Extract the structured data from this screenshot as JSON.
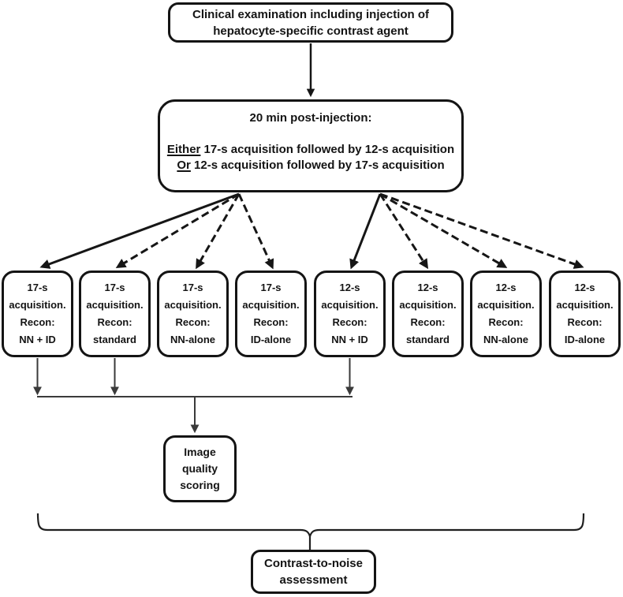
{
  "figure": {
    "top_box": {
      "line1": "Clinical examination including injection of",
      "line2": "hepatocyte-specific contrast agent"
    },
    "protocol_box": {
      "title": "20 min post-injection:",
      "option1": {
        "prefix": "Either",
        "rest": " 17-s acquisition followed by 12-s acquisition"
      },
      "option2": {
        "prefix": "Or",
        "rest": " 12-s acquisition followed by 17-s acquisition"
      }
    },
    "arm_boxes": [
      {
        "duration": "17-s",
        "line2": "acquisition.",
        "line3": "Recon:",
        "recon": "NN + ID",
        "arrow_style": "solid"
      },
      {
        "duration": "17-s",
        "line2": "acquisition.",
        "line3": "Recon:",
        "recon": "standard",
        "arrow_style": "dashed"
      },
      {
        "duration": "17-s",
        "line2": "acquisition.",
        "line3": "Recon:",
        "recon": "NN-alone",
        "arrow_style": "dashed"
      },
      {
        "duration": "17-s",
        "line2": "acquisition.",
        "line3": "Recon:",
        "recon": "ID-alone",
        "arrow_style": "dashed"
      },
      {
        "duration": "12-s",
        "line2": "acquisition.",
        "line3": "Recon:",
        "recon": "NN + ID",
        "arrow_style": "solid"
      },
      {
        "duration": "12-s",
        "line2": "acquisition.",
        "line3": "Recon:",
        "recon": "standard",
        "arrow_style": "dashed"
      },
      {
        "duration": "12-s",
        "line2": "acquisition.",
        "line3": "Recon:",
        "recon": "NN-alone",
        "arrow_style": "dashed"
      },
      {
        "duration": "12-s",
        "line2": "acquisition.",
        "line3": "Recon:",
        "recon": "ID-alone",
        "arrow_style": "dashed"
      }
    ],
    "scoring_box": {
      "line1": "Image",
      "line2": "quality",
      "line3": "scoring"
    },
    "assessment_box": {
      "line1": "Contrast-to-noise",
      "line2": "assessment"
    },
    "colors": {
      "line": "#161616",
      "thin_line": "#3a3a3a",
      "background": "#ffffff"
    }
  }
}
